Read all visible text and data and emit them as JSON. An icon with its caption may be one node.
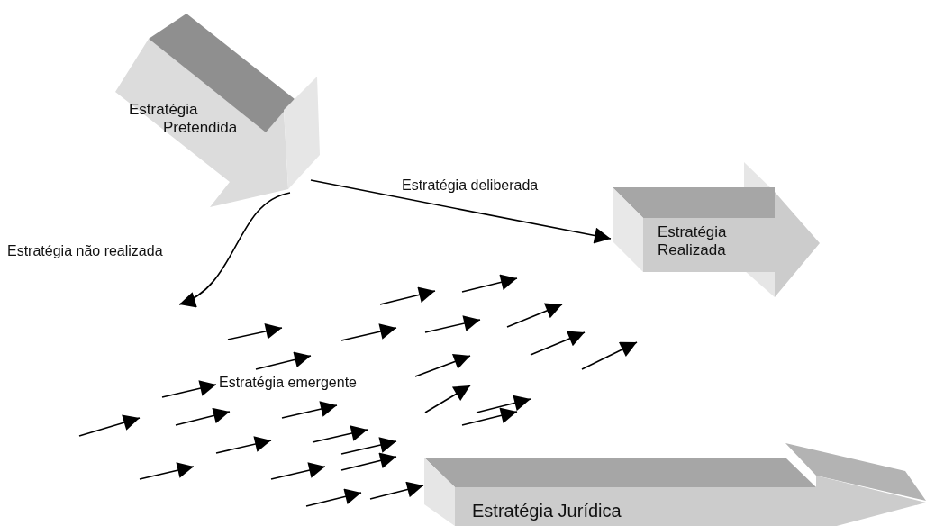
{
  "diagram": {
    "nodes": [
      {
        "text": [
          "Estratégia Pretendida"
        ]
      },
      {
        "text": [
          "Estratégia Realizada"
        ]
      },
      {
        "text": [
          "Estratégia Jurídica"
        ]
      }
    ],
    "edges": [
      {
        "from": 0,
        "to": 1,
        "label": "Estratégia deliberada",
        "arrow": "to"
      },
      {
        "from": 0,
        "to": null,
        "label": "Estratégia não realizada",
        "arrow": "to"
      },
      {
        "from": null,
        "to": 2,
        "arrow": "to"
      }
    ],
    "labels": [
      "Estratégia emergente"
    ]
  }
}
